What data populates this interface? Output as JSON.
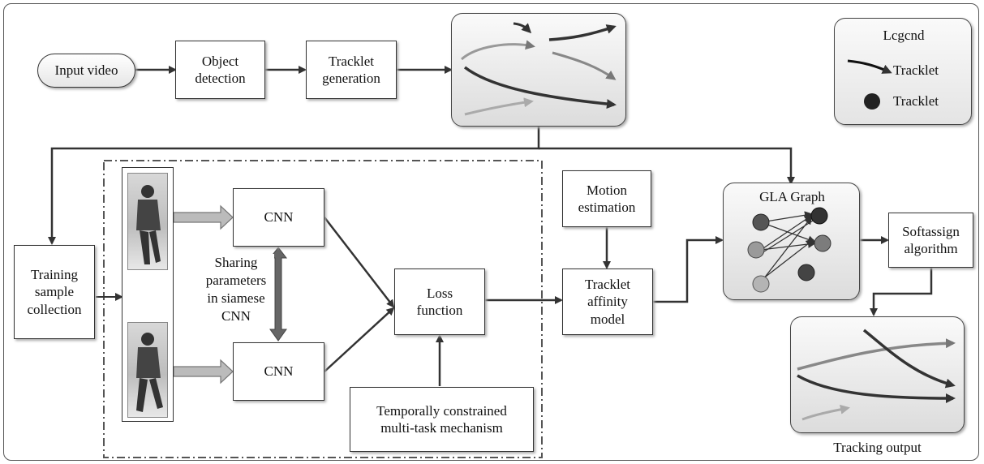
{
  "nodes": {
    "input_video": "Input video",
    "object_detection": "Object\ndetection",
    "tracklet_generation": "Tracklet\ngeneration",
    "training_sample": "Training\nsample\ncollection",
    "cnn_top": "CNN",
    "cnn_bottom": "CNN",
    "sharing": "Sharing\nparameters\nin siamese\nCNN",
    "loss_function": "Loss\nfunction",
    "temporal": "Temporally constrained\nmulti-task mechanism",
    "motion_estimation": "Motion\nestimation",
    "tracklet_affinity": "Tracklet\naffinity\nmodel",
    "gla_graph": "GLA Graph",
    "softassign": "Softassign\nalgorithm",
    "tracking_output": "Tracking output"
  },
  "legend": {
    "title": "Lcgcnd",
    "arrow_label": "Tracklet",
    "dot_label": "Tracklet"
  },
  "colors": {
    "dark": "#333333",
    "mid": "#777777",
    "light": "#aaaaaa",
    "dot_dark": "#444444",
    "dot_mid": "#8c8c8c",
    "dot_light": "#b8b8b8"
  }
}
